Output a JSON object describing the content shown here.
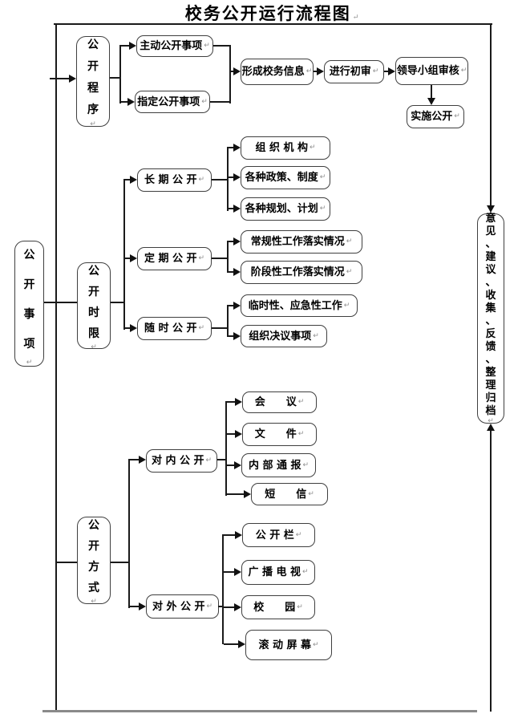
{
  "title": "校务公开运行流程图",
  "marks": {
    "crlf": "↵"
  },
  "colors": {
    "line": "#1a1a1a",
    "box_border": "#3f3f3f",
    "bottom_bar": "#8a8a8a",
    "background": "#ffffff",
    "text": "#000000"
  },
  "matters": {
    "label": "公开事项"
  },
  "procedure": {
    "label": "公开程序",
    "active": "主动公开事项",
    "designated": "指定公开事项",
    "form_info": "形成校务信息",
    "initial_review": "进行初审",
    "group_review": "领导小组审核",
    "implement": "实施公开"
  },
  "timeline": {
    "label": "公开时限",
    "long_term": {
      "label": "长 期 公 开",
      "items": [
        "组 织 机 构",
        "各种政策、制度",
        "各种规划、计划"
      ]
    },
    "periodic": {
      "label": "定 期 公 开",
      "items": [
        "常规性工作落实情况",
        "阶段性工作落实情况"
      ]
    },
    "anytime": {
      "label": "随 时 公 开",
      "items": [
        "临时性、应急性工作",
        "组织决议事项"
      ]
    }
  },
  "method": {
    "label": "公开方式",
    "internal": {
      "label": "对 内 公 开",
      "items": [
        "会　　议",
        "文　　件",
        "内 部 通 报",
        "短　　信"
      ]
    },
    "external": {
      "label": "对 外 公 开",
      "items": [
        "公 开 栏",
        "广 播 电 视",
        "校　　园",
        "滚 动 屏 幕"
      ]
    }
  },
  "feedback": {
    "label": "意见、建议、收集、反馈、整理归档"
  }
}
